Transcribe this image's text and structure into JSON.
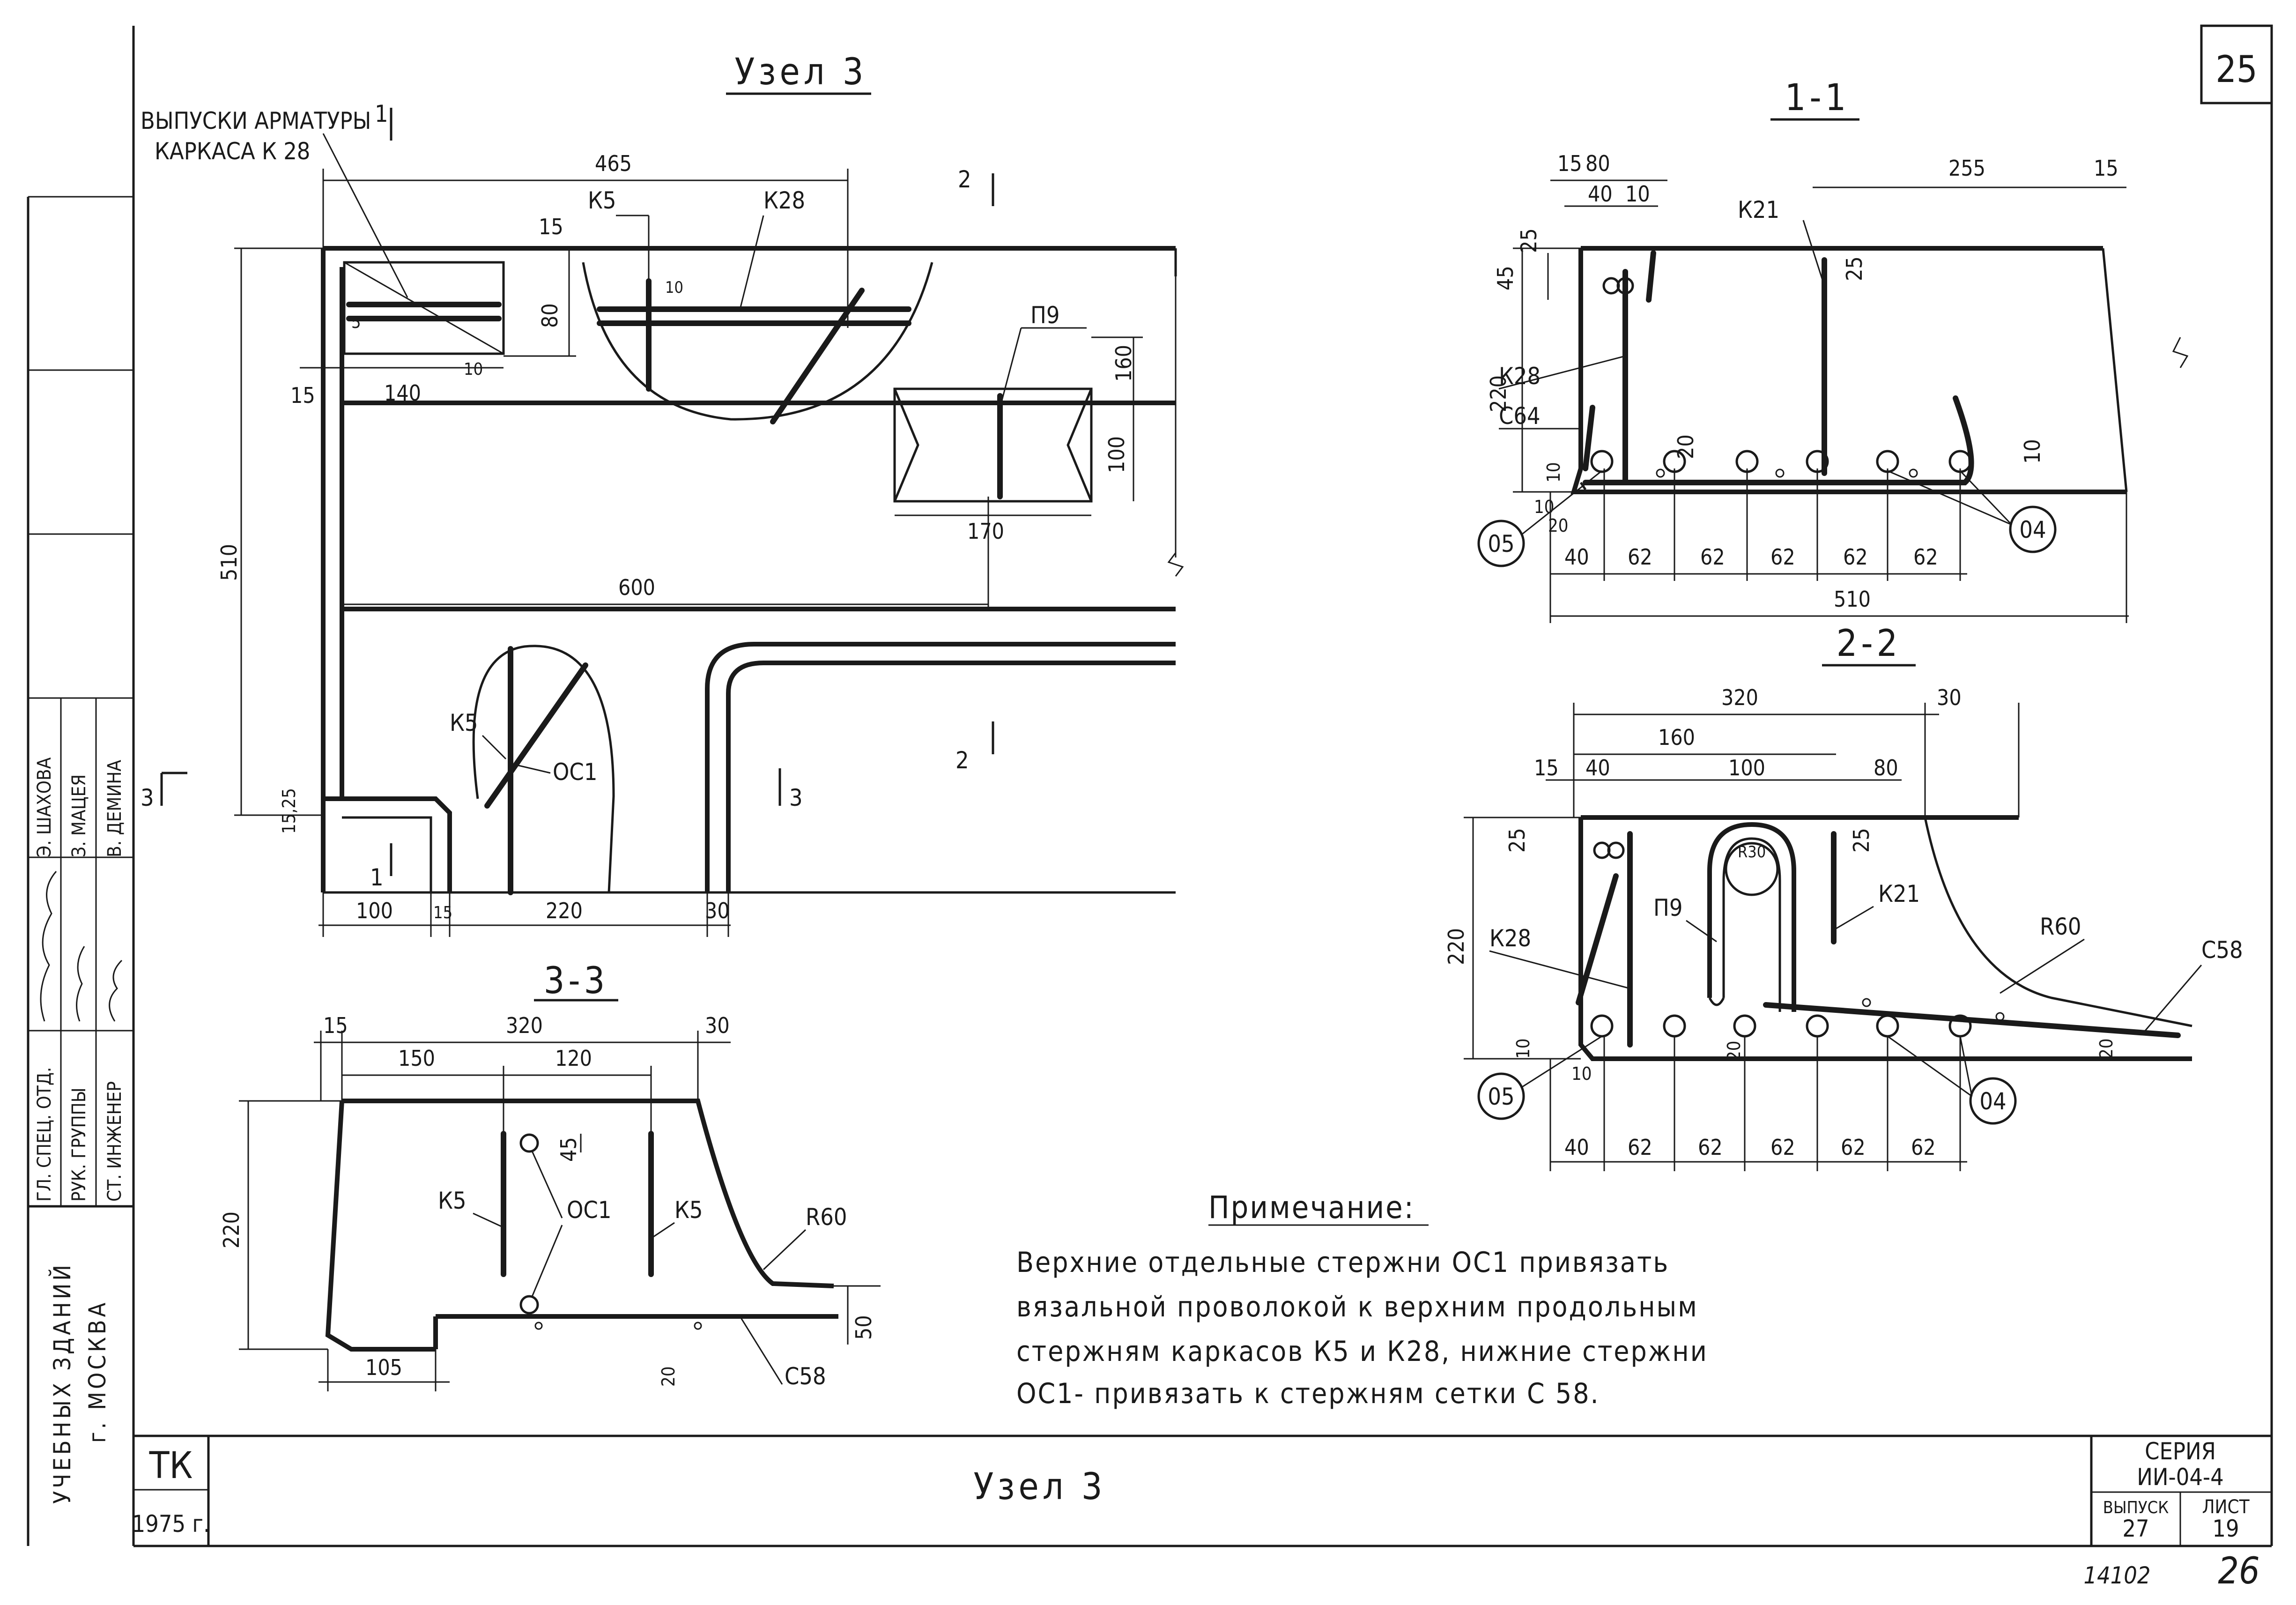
{
  "sheet": {
    "page_corner": "25",
    "page_bottom": "26",
    "archive_no": "14102"
  },
  "titles": {
    "node_top": "Узел 3",
    "section_1": "1-1",
    "section_2": "2-2",
    "section_3": "3-3",
    "title_block_name": "Узел 3"
  },
  "callouts": {
    "release_line1": "ВЫПУСКИ АРМАТУРЫ",
    "release_line2": "КАРКАСА К 28"
  },
  "labels": {
    "k5": "К5",
    "k28": "К28",
    "k21": "К21",
    "p9": "П9",
    "oc1": "ОС1",
    "c64": "С64",
    "c58": "С58",
    "r60": "R60",
    "r30": "R30",
    "m05": "05",
    "m04": "04",
    "cut1": "1",
    "cut2": "2",
    "cut3": "3"
  },
  "dims_node": {
    "d465": "465",
    "d15a": "15",
    "d80": "80",
    "d10a": "10",
    "d10b": "10",
    "d5": "5",
    "d15b": "15",
    "d140": "140",
    "d160": "160",
    "d100v": "100",
    "d170": "170",
    "d510": "510",
    "d600": "600",
    "d1525": "15,25",
    "d100": "100",
    "d15c": "15",
    "d220": "220",
    "d30": "30"
  },
  "dims_s1": {
    "d15l": "15",
    "d80": "80",
    "d40": "40",
    "d10": "10",
    "d255": "255",
    "d15r": "15",
    "d25": "25",
    "d45": "45",
    "d25r": "25",
    "d220": "220",
    "d20": "20",
    "d10r": "10",
    "d10l": "10",
    "d10b": "10",
    "d20b": "20",
    "bottom": [
      "40",
      "62",
      "62",
      "62",
      "62",
      "62"
    ],
    "total": "510"
  },
  "dims_s2": {
    "d320": "320",
    "d30": "30",
    "d160": "160",
    "d15": "15",
    "d40": "40",
    "d100": "100",
    "d80": "80",
    "d25": "25",
    "d25r": "25",
    "d220": "220",
    "d10": "10",
    "d10b": "10",
    "d20": "20",
    "d20r": "20",
    "bottom": [
      "40",
      "62",
      "62",
      "62",
      "62",
      "62"
    ]
  },
  "dims_s3": {
    "d15": "15",
    "d320": "320",
    "d30": "30",
    "d150": "150",
    "d120": "120",
    "d45": "45",
    "d220": "220",
    "d105": "105",
    "d20": "20",
    "d50": "50"
  },
  "note": {
    "heading": "Примечание:",
    "line1": "Верхние отдельные стержни ОС1 привязать",
    "line2": "вязальной проволокой к верхним продольным",
    "line3": "стержням каркасов К5 и К28, нижние стержни",
    "line4": "ОС1- привязать к стержням сетки С 58."
  },
  "title_block": {
    "org": "ТК",
    "year": "1975 г.",
    "series_label": "СЕРИЯ",
    "series_value": "ИИ-04-4",
    "issue_label": "ВЫПУСК",
    "issue_value": "27",
    "sheet_label": "ЛИСТ",
    "sheet_value": "19"
  },
  "stamp": {
    "roles": [
      "ГЛ. СПЕЦ. ОТД.",
      "РУК. ГРУППЫ",
      "СТ. ИНЖЕНЕР"
    ],
    "names": [
      "Э. ШАХОВА",
      "З. МАЦЕЯ",
      "В. ДЕМИНА"
    ],
    "vertical_text": "УЧЕБНЫХ ЗДАНИЙ",
    "city": "г. МОСКВА"
  }
}
